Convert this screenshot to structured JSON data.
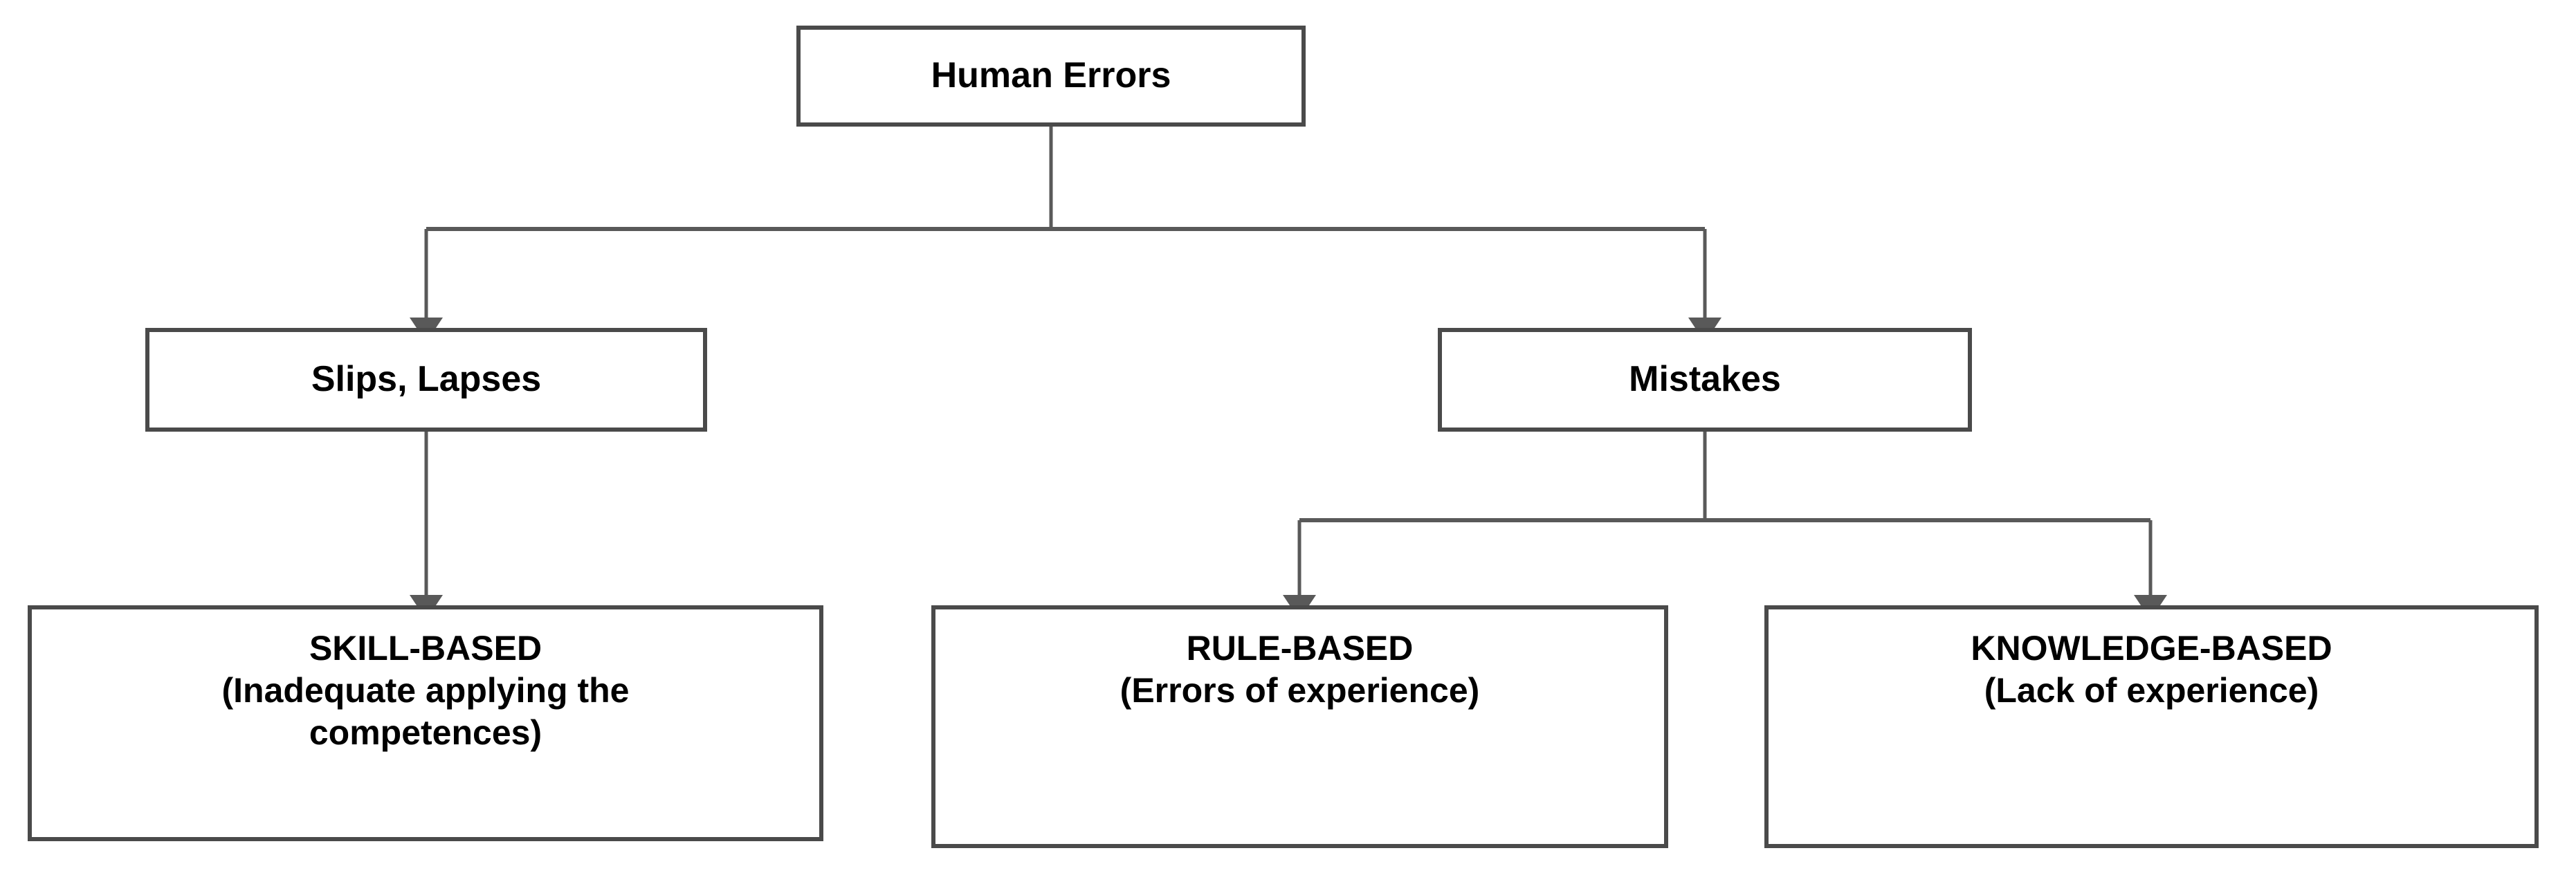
{
  "diagram": {
    "type": "hierarchy-tree",
    "title": "Human Errors",
    "orientation": "top-down",
    "colors": {
      "box_border": "#4a4a4a",
      "box_fill": "#ffffff",
      "connector": "#595959",
      "text": "#000000",
      "background": "#ffffff"
    },
    "levels": 3,
    "nodes": {
      "root": {
        "id": "human-errors",
        "label": "Human Errors",
        "level": 1
      },
      "level2": [
        {
          "id": "slips-lapses",
          "label": "Slips, Lapses",
          "level": 2,
          "parent": "human-errors"
        },
        {
          "id": "mistakes",
          "label": "Mistakes",
          "level": 2,
          "parent": "human-errors"
        }
      ],
      "level3": [
        {
          "id": "skill-based",
          "label": "SKILL-BASED\n(Inadequate applying the\ncompetences)",
          "heading": "SKILL-BASED",
          "detail": "(Inadequate applying the competences)",
          "level": 3,
          "parent": "slips-lapses"
        },
        {
          "id": "rule-based",
          "label": "RULE-BASED\n(Errors of experience)",
          "heading": "RULE-BASED",
          "detail": "(Errors of experience)",
          "level": 3,
          "parent": "mistakes"
        },
        {
          "id": "knowledge-based",
          "label": "KNOWLEDGE-BASED\n(Lack of experience)",
          "heading": "KNOWLEDGE-BASED",
          "detail": "(Lack of experience)",
          "level": 3,
          "parent": "mistakes"
        }
      ]
    },
    "edges": [
      {
        "from": "human-errors",
        "to": "slips-lapses",
        "style": "orthogonal-arrow"
      },
      {
        "from": "human-errors",
        "to": "mistakes",
        "style": "orthogonal-arrow"
      },
      {
        "from": "slips-lapses",
        "to": "skill-based",
        "style": "straight-arrow"
      },
      {
        "from": "mistakes",
        "to": "rule-based",
        "style": "orthogonal-arrow"
      },
      {
        "from": "mistakes",
        "to": "knowledge-based",
        "style": "orthogonal-arrow"
      }
    ]
  }
}
